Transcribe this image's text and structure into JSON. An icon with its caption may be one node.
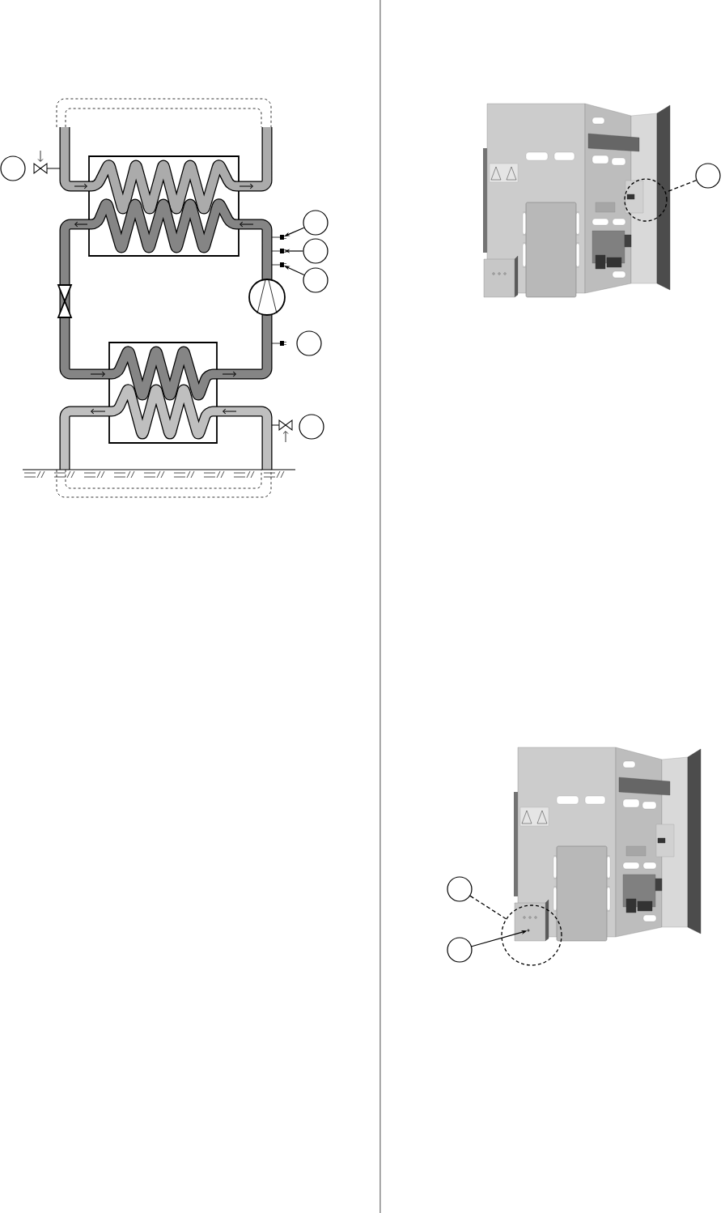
{
  "diagram": {
    "nodes": [
      {
        "text": [],
        "shape": "circle"
      },
      {
        "text": [],
        "shape": "circle"
      },
      {
        "text": [],
        "shape": "circle"
      },
      {
        "text": [],
        "shape": "circle"
      },
      {
        "text": [],
        "shape": "circle"
      },
      {
        "text": [],
        "shape": "circle"
      },
      {
        "text": [],
        "shape": "circle"
      },
      {
        "text": [],
        "shape": "circle"
      },
      {
        "text": [],
        "shape": "circle"
      },
      {
        "text": [],
        "shape": "circle"
      },
      {
        "text": [],
        "shape": "circle"
      },
      {
        "text": [],
        "shape": "plug"
      },
      {
        "text": [],
        "shape": "plug"
      },
      {
        "text": [],
        "shape": "plug"
      },
      {
        "text": [],
        "shape": "circle",
        "in": 10
      }
    ],
    "edges": [
      {
        "from": 1,
        "to": 11,
        "arrow": "to"
      },
      {
        "from": 2,
        "to": 12,
        "arrow": "to"
      },
      {
        "from": 3,
        "to": 13,
        "arrow": "to"
      },
      {
        "from": 6,
        "to": 7,
        "arrow": "none",
        "style": "dashed"
      },
      {
        "from": 8,
        "to": 10,
        "arrow": "none",
        "style": "dashed"
      },
      {
        "from": 9,
        "to": 14,
        "arrow": "to"
      }
    ]
  }
}
